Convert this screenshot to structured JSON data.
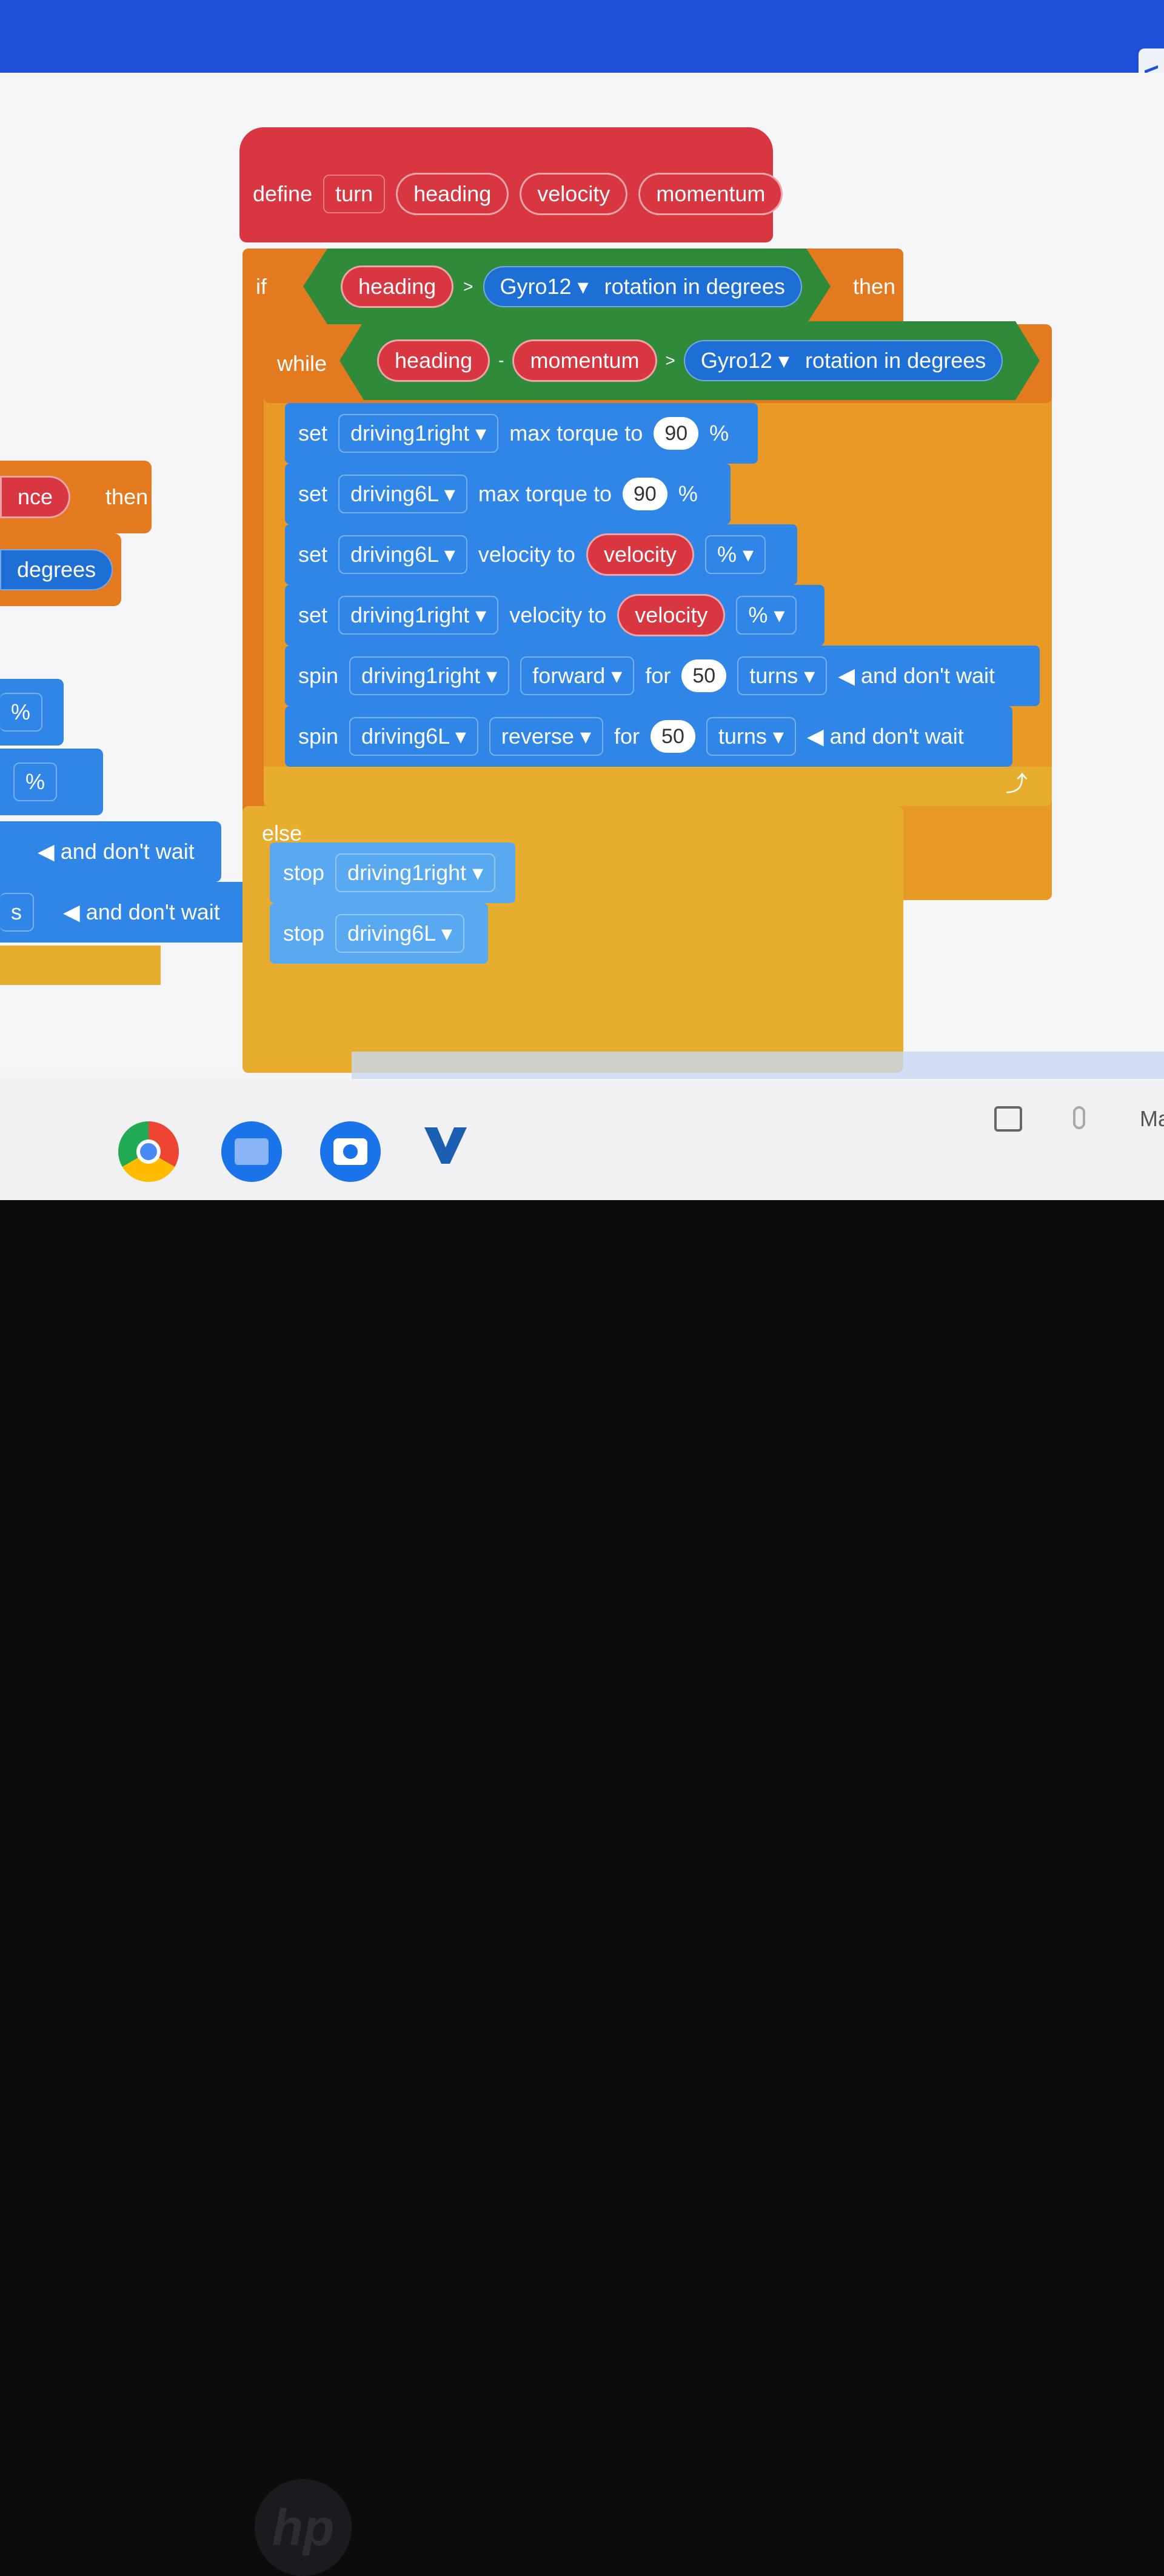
{
  "define": {
    "keyword": "define",
    "name": "turn",
    "params": [
      "heading",
      "velocity",
      "momentum"
    ]
  },
  "if_block": {
    "keyword": "if",
    "left": "heading",
    "op": ">",
    "device": "Gyro12",
    "prop": "rotation in degrees",
    "then": "then"
  },
  "while_block": {
    "keyword": "while",
    "left": "heading",
    "minus": "-",
    "right": "momentum",
    "op": ">",
    "device": "Gyro12",
    "prop": "rotation in degrees"
  },
  "stmts": [
    {
      "kw": "set",
      "motor": "driving1right",
      "text": "max torque to",
      "value": "90",
      "unit": "%"
    },
    {
      "kw": "set",
      "motor": "driving6L",
      "text": "max torque to",
      "value": "90",
      "unit": "%"
    },
    {
      "kw": "set",
      "motor": "driving6L",
      "text": "velocity to",
      "value": "velocity",
      "unit": "%"
    },
    {
      "kw": "set",
      "motor": "driving1right",
      "text": "velocity to",
      "value": "velocity",
      "unit": "%"
    },
    {
      "kw": "spin",
      "motor": "driving1right",
      "dir": "forward",
      "for": "for",
      "value": "50",
      "unit": "turns",
      "wait": "and don't wait"
    },
    {
      "kw": "spin",
      "motor": "driving6L",
      "dir": "reverse",
      "for": "for",
      "value": "50",
      "unit": "turns",
      "wait": "and don't wait"
    }
  ],
  "else_block": {
    "keyword": "else",
    "stops": [
      {
        "kw": "stop",
        "motor": "driving1right"
      },
      {
        "kw": "stop",
        "motor": "driving6L"
      }
    ]
  },
  "left_partial": {
    "a": "nce",
    "then": "then",
    "degrees": "degrees",
    "pct1": "%",
    "pct2": "%",
    "wait1": "and don't wait",
    "s": "s",
    "wait2": "and don't wait"
  },
  "taskbar": {
    "right_text": "Ma"
  },
  "icons": [
    "chrome-icon",
    "files-icon",
    "camera-icon",
    "vexcode-icon",
    "screen-capture-icon",
    "microphone-icon"
  ],
  "colors": {
    "define": "#d83640",
    "control": "#e47a1f",
    "motion": "#2f86e6",
    "operator": "#2f8a3a",
    "shelf": "#1f4fd8"
  }
}
